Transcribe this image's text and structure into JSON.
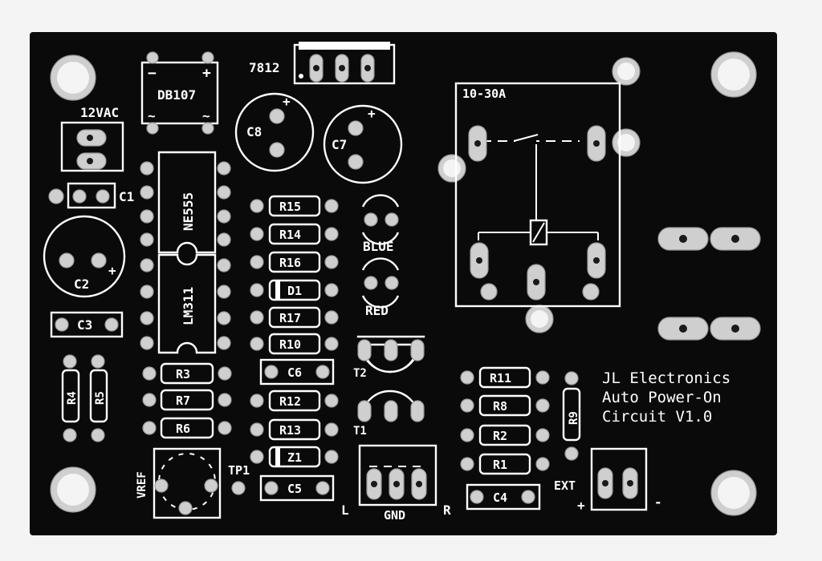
{
  "board": {
    "colors": {
      "background": "#f4f4f4",
      "board": "#0a0a0a",
      "silkscreen": "#ffffff",
      "pad": "#cfcfcf"
    },
    "title_lines": [
      "JL Electronics",
      "Auto Power-On",
      "Circuit V1.0"
    ]
  },
  "labels": {
    "ac_input": "12VAC",
    "bridge": "DB107",
    "regulator": "7812",
    "relay_rating": "10-30A",
    "c1": "C1",
    "c2": "C2",
    "c3": "C3",
    "c4": "C4",
    "c5": "C5",
    "c6": "C6",
    "c7": "C7",
    "c8": "C8",
    "ic1": "NE555",
    "ic2": "LM311",
    "r1": "R1",
    "r2": "R2",
    "r3": "R3",
    "r4": "R4",
    "r5": "R5",
    "r6": "R6",
    "r7": "R7",
    "r8": "R8",
    "r9": "R9",
    "r10": "R10",
    "r11": "R11",
    "r12": "R12",
    "r13": "R13",
    "r14": "R14",
    "r15": "R15",
    "r16": "R16",
    "r17": "R17",
    "d1": "D1",
    "z1": "Z1",
    "led_blue": "BLUE",
    "led_red": "RED",
    "t1": "T1",
    "t2": "T2",
    "vref": "VREF",
    "tp1": "TP1",
    "gnd": "GND",
    "left": "L",
    "right": "R",
    "ext": "EXT",
    "plus": "+",
    "minus": "-",
    "bridge_minus": "−",
    "bridge_plus": "+",
    "tilde": "~",
    "cap_plus": "+"
  }
}
